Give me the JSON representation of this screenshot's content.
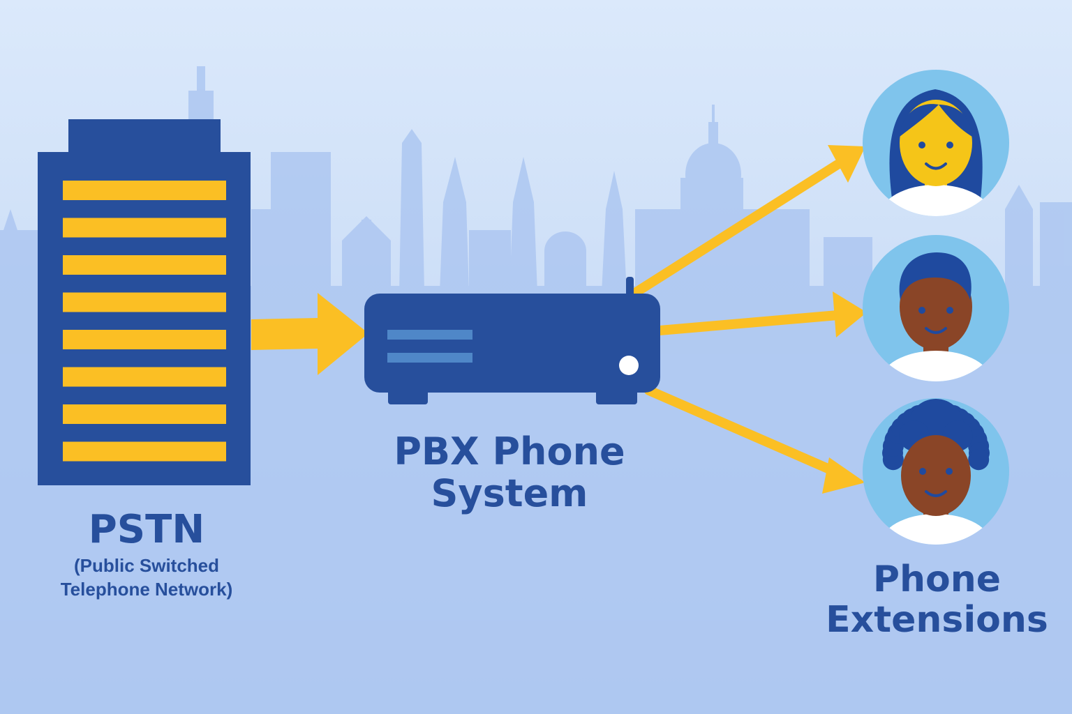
{
  "colors": {
    "background_top": "#dbe9fb",
    "background_bottom": "#b9d0f2",
    "skyline": "#adc7f1",
    "navy": "#274f9c",
    "yellow": "#fbbf24",
    "panel_stripe": "#4f87c8",
    "avatar_circle": "#7fc4ec",
    "skin_light": "#f5c518",
    "skin_dark": "#8a4527",
    "hair": "#1f4a9f",
    "shirt": "#ffffff"
  },
  "nodes": {
    "pstn": {
      "title": "PSTN",
      "subtitle_line1": "(Public Switched",
      "subtitle_line2": "Telephone Network)",
      "icon": "building-icon",
      "floors": 8
    },
    "pbx": {
      "title_line1": "PBX Phone",
      "title_line2": "System",
      "icon": "pbx-device-icon"
    },
    "extensions": {
      "title_line1": "Phone",
      "title_line2": "Extensions",
      "people": [
        {
          "id": "person-1",
          "icon": "woman-avatar-icon"
        },
        {
          "id": "person-2",
          "icon": "man-avatar-icon"
        },
        {
          "id": "person-3",
          "icon": "curly-hair-avatar-icon"
        }
      ]
    }
  },
  "edges": [
    {
      "from": "pstn",
      "to": "pbx"
    },
    {
      "from": "pbx",
      "to": "person-1"
    },
    {
      "from": "pbx",
      "to": "person-2"
    },
    {
      "from": "pbx",
      "to": "person-3"
    }
  ]
}
